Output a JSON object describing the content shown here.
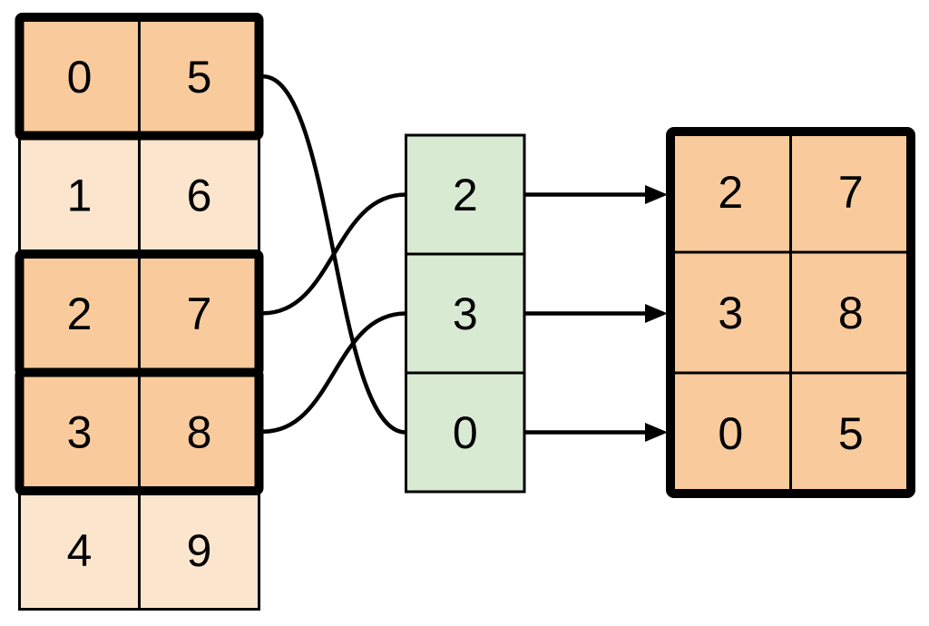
{
  "diagram": {
    "kind": "fancy-indexing-row-selection",
    "source_table": {
      "rows": [
        {
          "cells": [
            "0",
            "5"
          ],
          "highlighted": true
        },
        {
          "cells": [
            "1",
            "6"
          ],
          "highlighted": false
        },
        {
          "cells": [
            "2",
            "7"
          ],
          "highlighted": true
        },
        {
          "cells": [
            "3",
            "8"
          ],
          "highlighted": true
        },
        {
          "cells": [
            "4",
            "9"
          ],
          "highlighted": false
        }
      ]
    },
    "index_column": {
      "values": [
        "2",
        "3",
        "0"
      ]
    },
    "result_table": {
      "rows": [
        [
          "2",
          "7"
        ],
        [
          "3",
          "8"
        ],
        [
          "0",
          "5"
        ]
      ]
    },
    "links": [
      {
        "source_row": 0,
        "index_cell": 2
      },
      {
        "source_row": 2,
        "index_cell": 0
      },
      {
        "source_row": 3,
        "index_cell": 1
      }
    ],
    "arrows": [
      {
        "index_cell": 0,
        "result_row": 0
      },
      {
        "index_cell": 1,
        "result_row": 1
      },
      {
        "index_cell": 2,
        "result_row": 2
      }
    ],
    "colors": {
      "highlight_fill": "#f9cb9c",
      "muted_fill": "#fce5cd",
      "index_fill": "#d9ead3",
      "stroke": "#000000",
      "background": "#ffffff"
    }
  }
}
